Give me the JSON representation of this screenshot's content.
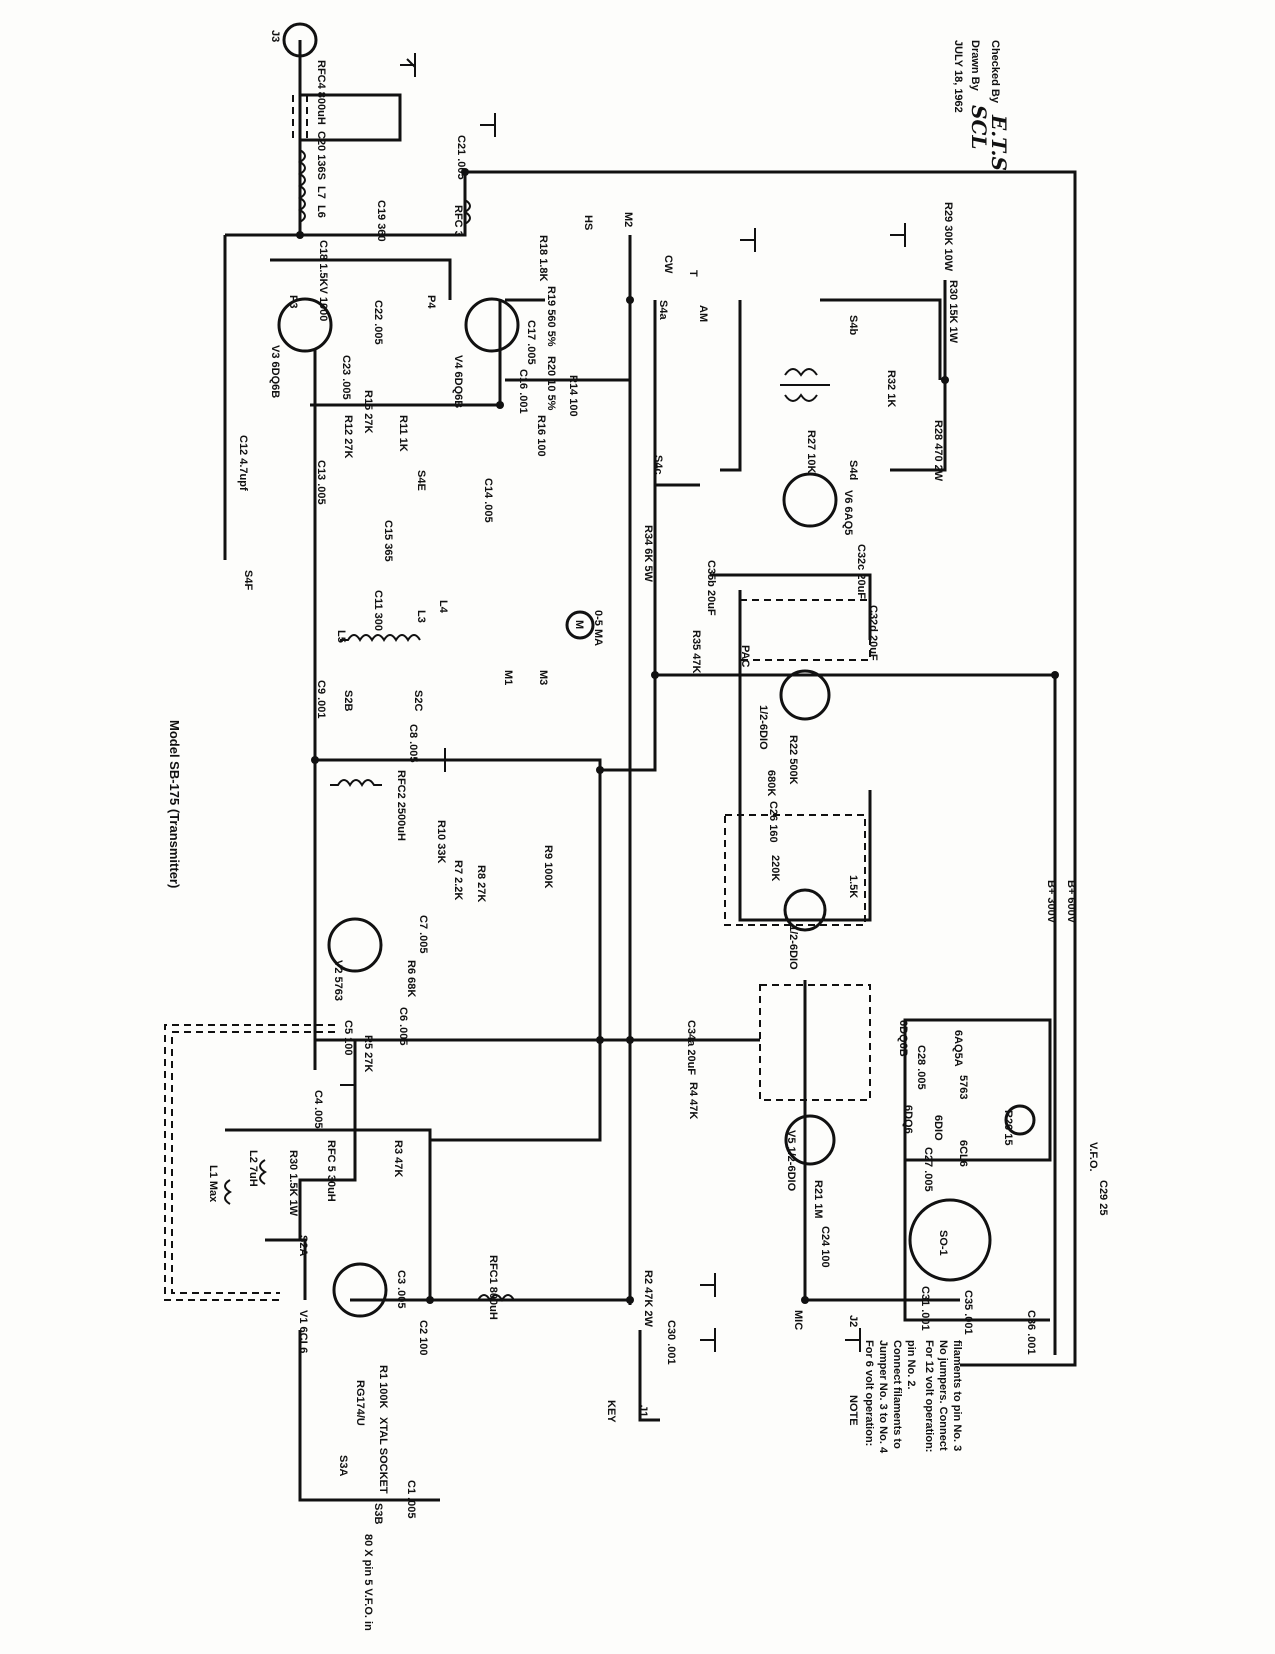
{
  "title": "Model SB-175 (Transmitter)",
  "date": "JULY 18, 1962",
  "drawn_by": "Drawn By",
  "checked_by": "Checked By",
  "signature_drawn": "SCL",
  "signature_checked": "E.T.S",
  "note": {
    "heading": "NOTE",
    "line1": "For 6 volt operation:",
    "line2": "Jumper No. 3 to No. 4",
    "line3": "Connect filaments to",
    "line4": "pin No. 2.",
    "line5": "For 12 volt operation:",
    "line6": "No jumpers. Connect",
    "line7": "filaments to pin No. 3"
  },
  "labels": {
    "j3": "J3",
    "rfc4": "RFC4 800uH",
    "c20": "C20 136S",
    "l7": "L7",
    "l6": "L6",
    "c19": "C19 360",
    "c18": "C18 1.5KV 1000",
    "p3": "P3",
    "v3": "V3 6DQ6B",
    "c22": "C22 .005",
    "c23": "C23 .005",
    "c21": "C21 .005",
    "rfc3": "RFC 3",
    "r18": "R18 1.8K",
    "r19": "R19 560 5%",
    "v4": "V4 6DQ6B",
    "p4": "P4",
    "r20": "R20 10 5%",
    "c17": "C17 .005",
    "c16": "C16 .001",
    "r16": "R16 100",
    "r14": "R14 100",
    "hs": "HS",
    "m2": "M2",
    "r15": "R15 27K",
    "r12": "R12 27K",
    "r11": "R11 1K",
    "c12": "C12 4.7upf",
    "c13": "C13 .005",
    "s4e": "S4E",
    "c14": "C14 .005",
    "s4f": "S4F",
    "l5": "L5",
    "l3": "L3",
    "l4": "L4",
    "c15": "C15 365",
    "c11": "C11 300",
    "s2b": "S2B",
    "s2c": "S2C",
    "c9": "C9 .001",
    "rfc2": "RFC2 2500uH",
    "c8": "C8 .005",
    "r10": "R10 33K",
    "r8": "R8 27K",
    "r9": "R9 100K",
    "r7": "R7 2.2K",
    "r6": "R6 68K",
    "v2": "V2 5763",
    "c7": "C7 .005",
    "c6": "C6 .005",
    "r5": "R5 27K",
    "c5": "C5 100",
    "c4": "C4 .005",
    "l1": "L1 Max",
    "l2": "L2 7uH",
    "r30b": "R30 1.5K 1W",
    "rfc5": "RFC 5 30uH",
    "r3": "R3 47K",
    "s2a": "S2A",
    "v1": "V1 6CL6",
    "c3": "C3 .005",
    "c2": "C2 100",
    "rfc1": "RFC1 800uH",
    "r1": "R1 100K",
    "xtal": "XTAL SOCKET",
    "rg": "RG174/U",
    "s3a": "S3A",
    "s3b": "S3B",
    "c1": "C1 .005",
    "vfo_in": "80 X pin 5 V.F.O. in",
    "r2": "R2 47K 2W",
    "c30b": "C30 .001",
    "key": "KEY",
    "j1": "J1",
    "meter": "M",
    "meter_range": "0-5 MA",
    "m1": "M1",
    "m3": "M3",
    "r34": "R34 6K 5W",
    "c35b": "C35b 20uF",
    "r35": "R35 47K",
    "v5a": "1/2-6DIO",
    "pac": "PAC",
    "r22": "R22 500K",
    "r23": "680K",
    "c26": "C26 160",
    "k220": "220K",
    "v5b": "1/2-6DIO",
    "r15k": "1.5K",
    "c34a": "C34a 20uF",
    "r4": "R4 47K",
    "v5": "V5 1/2-6DIO",
    "r21": "R21 1M",
    "c24": "C24 100",
    "mic": "MIC",
    "j2": "J2",
    "c31": "C31 .001",
    "c36": "C36 .001",
    "c35": "C35 .001",
    "c29": "C29 25",
    "vfo": "V.F.O.",
    "so1": "SO-1",
    "bplus300": "B+ 300V",
    "bplus600": "B+ 600V",
    "t6dq6b": "6DQ6B",
    "t6dq6": "6DQ6",
    "t6aq5a": "6AQ5A",
    "t5763": "5763",
    "t6dio": "6DIO",
    "t6cl6": "6CL6",
    "c28": "C28 .005",
    "c27": "C27 .005",
    "r26": "R26 15",
    "v6": "V6 6AQ5",
    "r27": "R27 10K",
    "r28": "R28 470 2W",
    "r30": "R30 15K 1W",
    "r29": "R29 30K 10W",
    "r32": "R32 1K",
    "c32": "C32c 20uF",
    "c32d": "C32d 20uF",
    "s4a": "S4a",
    "s4b": "S4b",
    "s4c": "S4c",
    "s4d": "S4d",
    "cw": "CW",
    "t": "T",
    "am": "AM"
  }
}
